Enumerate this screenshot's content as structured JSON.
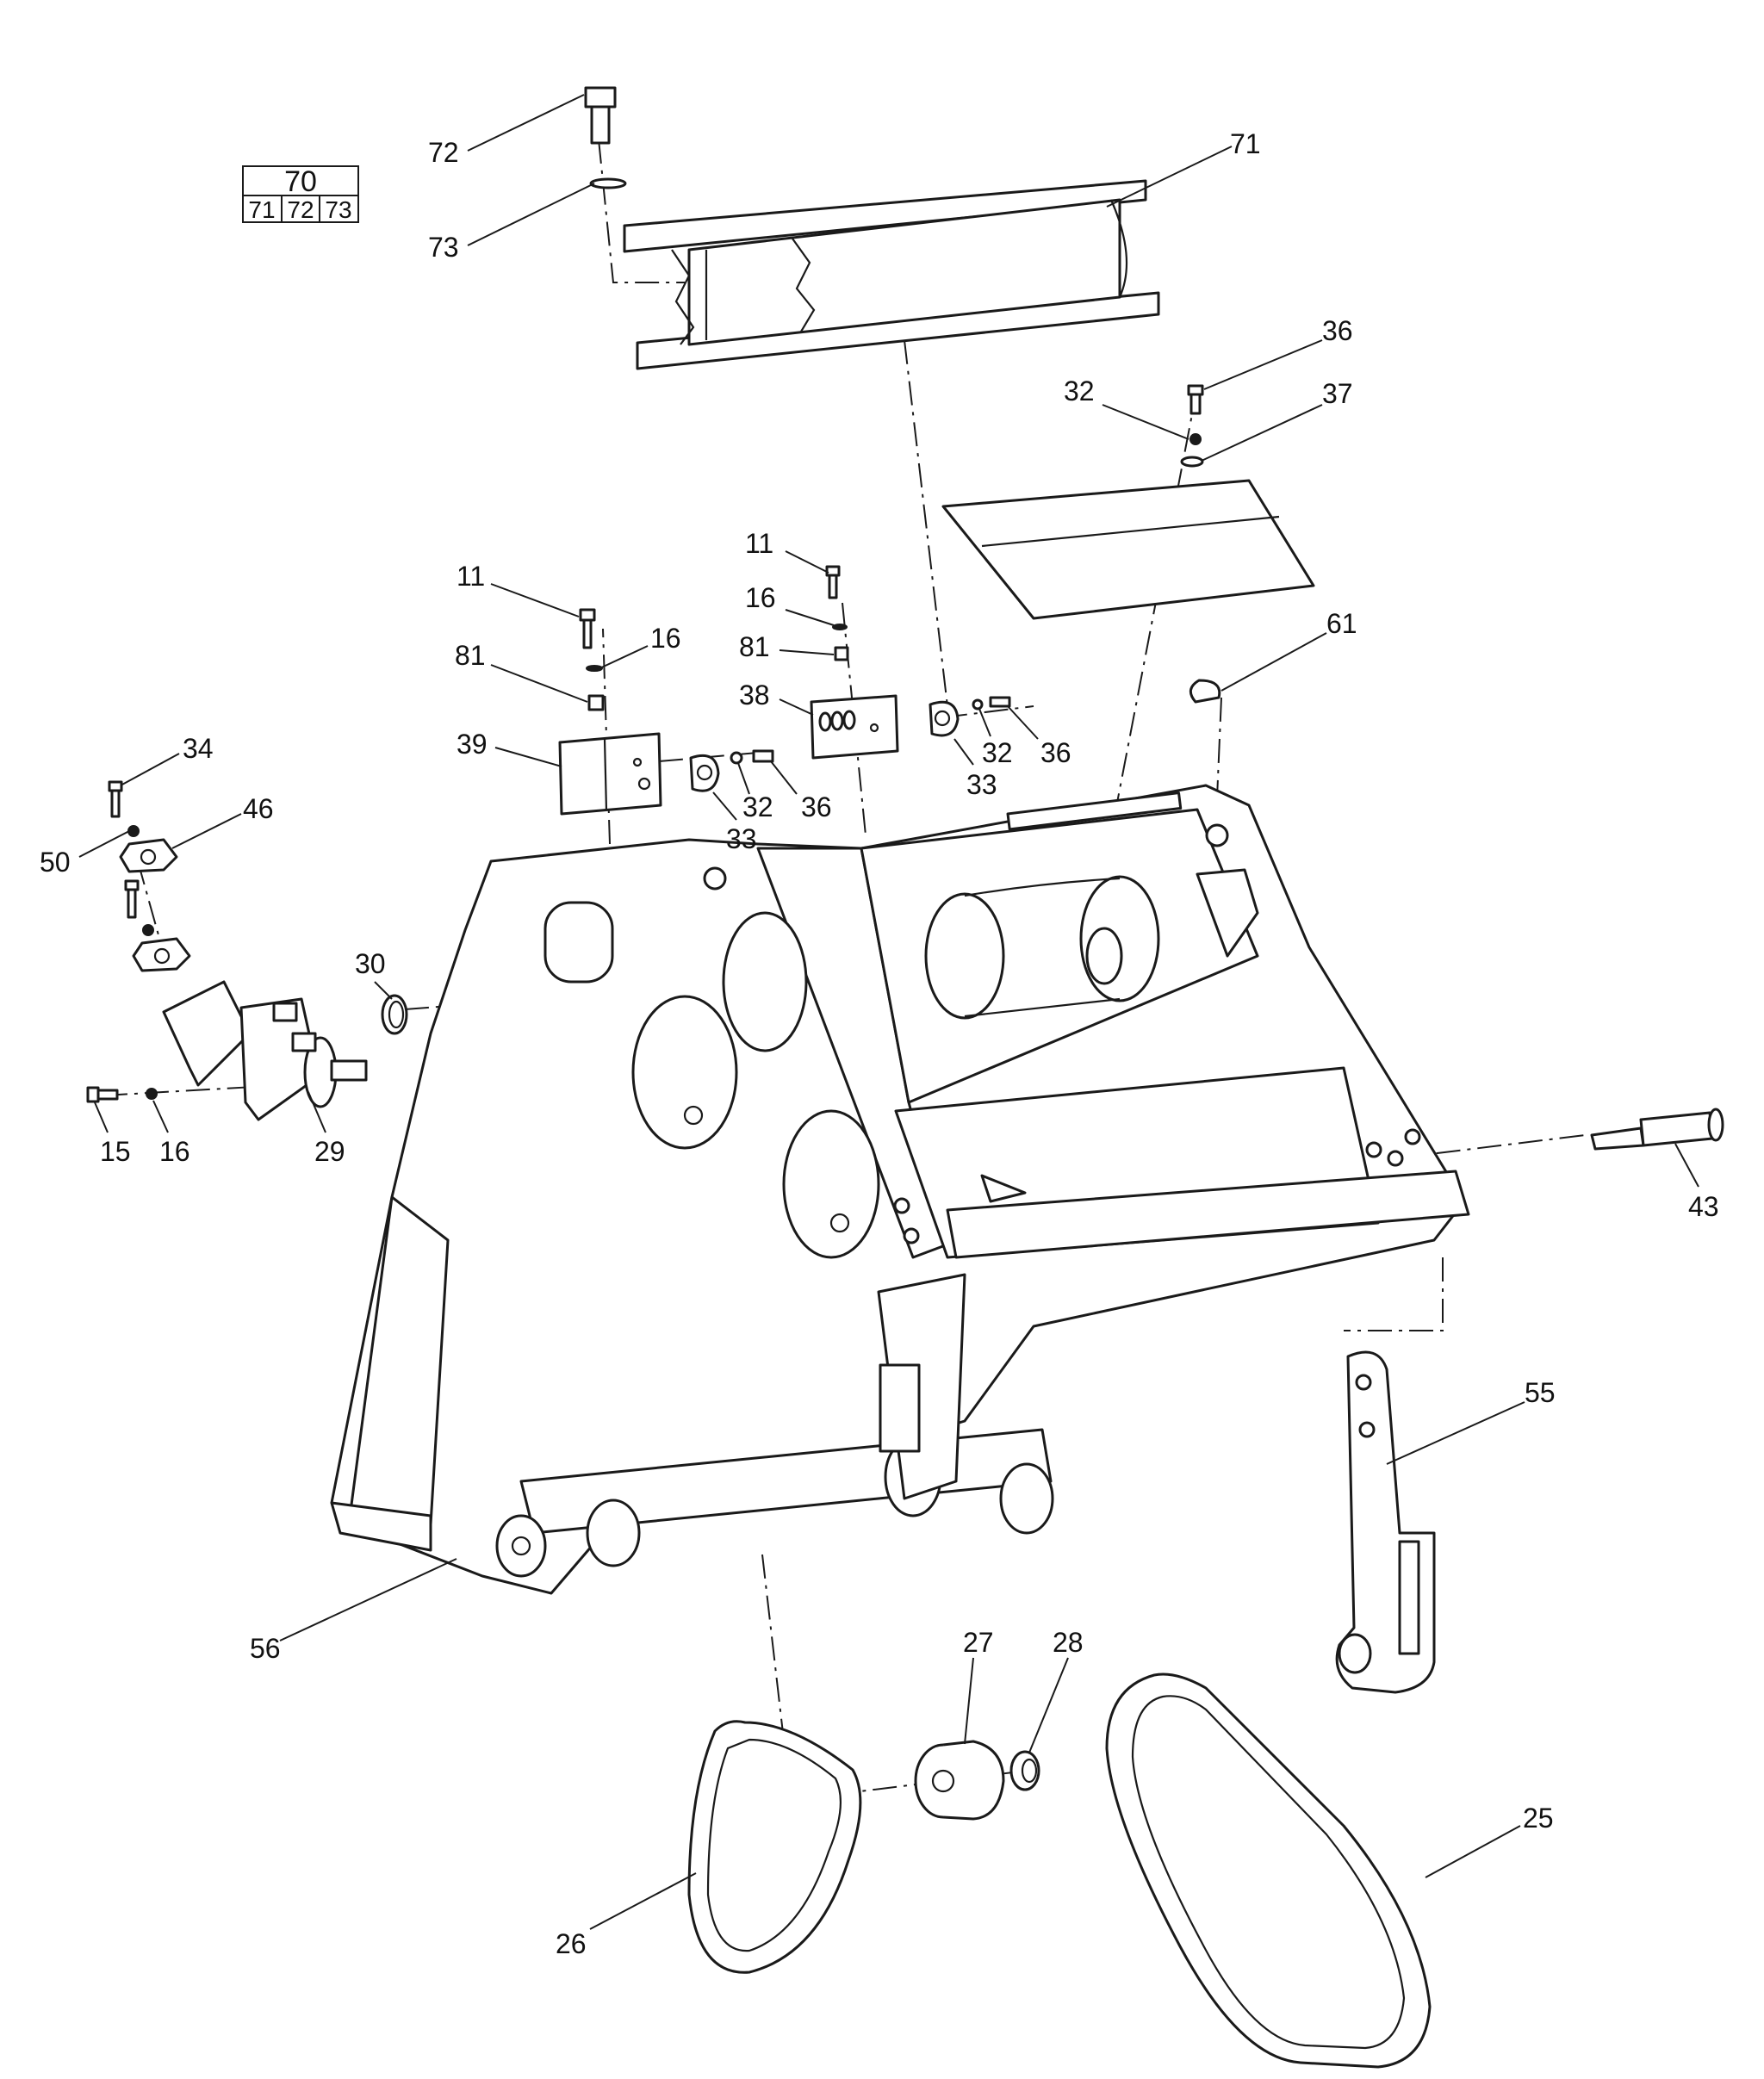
{
  "kit_table": {
    "assembly": "70",
    "components": [
      "71",
      "72",
      "73"
    ]
  },
  "callouts": [
    {
      "id": "c72",
      "label": "72"
    },
    {
      "id": "c73",
      "label": "73"
    },
    {
      "id": "c71",
      "label": "71"
    },
    {
      "id": "c36a",
      "label": "36"
    },
    {
      "id": "c32a",
      "label": "32"
    },
    {
      "id": "c37",
      "label": "37"
    },
    {
      "id": "c11a",
      "label": "11"
    },
    {
      "id": "c16a",
      "label": "16"
    },
    {
      "id": "c81a",
      "label": "81"
    },
    {
      "id": "c38",
      "label": "38"
    },
    {
      "id": "c32b",
      "label": "32"
    },
    {
      "id": "c36b",
      "label": "36"
    },
    {
      "id": "c33a",
      "label": "33"
    },
    {
      "id": "c61",
      "label": "61"
    },
    {
      "id": "c11b",
      "label": "11"
    },
    {
      "id": "c16b",
      "label": "16"
    },
    {
      "id": "c81b",
      "label": "81"
    },
    {
      "id": "c39",
      "label": "39"
    },
    {
      "id": "c32c",
      "label": "32"
    },
    {
      "id": "c36c",
      "label": "36"
    },
    {
      "id": "c33b",
      "label": "33"
    },
    {
      "id": "c34",
      "label": "34"
    },
    {
      "id": "c46",
      "label": "46"
    },
    {
      "id": "c50",
      "label": "50"
    },
    {
      "id": "c30",
      "label": "30"
    },
    {
      "id": "c15",
      "label": "15"
    },
    {
      "id": "c16c",
      "label": "16"
    },
    {
      "id": "c29",
      "label": "29"
    },
    {
      "id": "c43",
      "label": "43"
    },
    {
      "id": "c55",
      "label": "55"
    },
    {
      "id": "c56",
      "label": "56"
    },
    {
      "id": "c27",
      "label": "27"
    },
    {
      "id": "c28",
      "label": "28"
    },
    {
      "id": "c25",
      "label": "25"
    },
    {
      "id": "c26",
      "label": "26"
    }
  ]
}
